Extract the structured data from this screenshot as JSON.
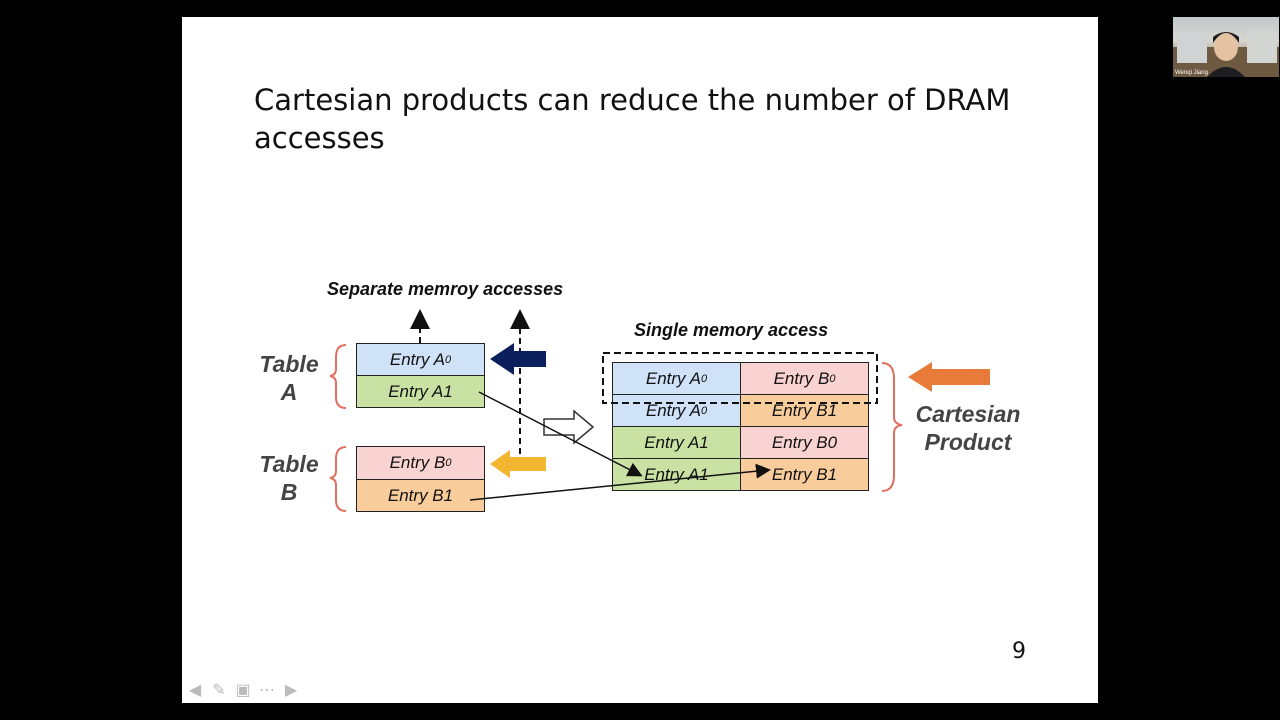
{
  "slide": {
    "title": "Cartesian products can reduce the number of DRAM accesses",
    "page_number": "9",
    "separate_label": "Separate memroy accesses",
    "single_label": "Single memory access",
    "table_a_label": "Table A",
    "table_b_label": "Table B",
    "cartesian_label_1": "Cartesian",
    "cartesian_label_2": "Product",
    "entry_a0": "Entry A",
    "entry_a1": "Entry A1",
    "entry_b0": "Entry B",
    "entry_b1": "Entry B1",
    "sub0": "0",
    "grid": {
      "r0c0": "Entry A",
      "r0c1": "Entry B",
      "r1c0": "Entry A",
      "r1c1": "Entry B1",
      "r2c0": "Entry A1",
      "r2c1": "Entry B0",
      "r3c0": "Entry A1",
      "r3c1": "Entry B1"
    }
  },
  "video": {
    "participant_name": "Wenqi Jiang"
  },
  "toolbar": {
    "prev": "previous-icon",
    "pen": "pen-icon",
    "view": "slides-icon",
    "more": "more-icon",
    "next": "next-icon"
  },
  "colors": {
    "blue_cell": "#cfe2f7",
    "green_cell": "#c9e2a3",
    "pink_cell": "#f9d3d1",
    "orange_cell": "#f9cd9b",
    "arrow_navy": "#0b1f5c",
    "arrow_gold": "#f2b631",
    "arrow_orange": "#e97b3a"
  }
}
